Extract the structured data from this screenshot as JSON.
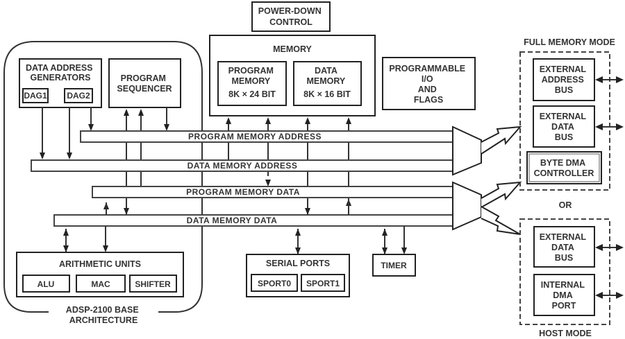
{
  "diagram": {
    "base_architecture_label": [
      "ADSP-2100 BASE",
      "ARCHITECTURE"
    ],
    "blocks": {
      "dag": {
        "title": [
          "DATA ADDRESS",
          "GENERATORS"
        ],
        "units": [
          "DAG1",
          "DAG2"
        ]
      },
      "program_sequencer": {
        "title": [
          "PROGRAM",
          "SEQUENCER"
        ]
      },
      "power_down": {
        "title": [
          "POWER-DOWN",
          "CONTROL"
        ]
      },
      "memory": {
        "title": "MEMORY",
        "program_memory": {
          "title": [
            "PROGRAM",
            "MEMORY"
          ],
          "size": "8K × 24  BIT"
        },
        "data_memory": {
          "title": [
            "DATA",
            "MEMORY"
          ],
          "size": "8K × 16  BIT"
        }
      },
      "programmable_io": {
        "title": [
          "PROGRAMMABLE",
          "I/O",
          "AND",
          "FLAGS"
        ]
      },
      "arithmetic_units": {
        "title": "ARITHMETIC  UNITS",
        "units": [
          "ALU",
          "MAC",
          "SHIFTER"
        ]
      },
      "serial_ports": {
        "title": "SERIAL  PORTS",
        "units": [
          "SPORT0",
          "SPORT1"
        ]
      },
      "timer": {
        "title": "TIMER"
      }
    },
    "buses": [
      {
        "name": "PROGRAM  MEMORY  ADDRESS"
      },
      {
        "name": "DATA  MEMORY  ADDRESS"
      },
      {
        "name": "PROGRAM  MEMORY  DATA"
      },
      {
        "name": "DATA  MEMORY  DATA"
      }
    ],
    "full_memory_mode": {
      "label": "FULL  MEMORY  MODE",
      "blocks": [
        {
          "title": [
            "EXTERNAL",
            "ADDRESS",
            "BUS"
          ]
        },
        {
          "title": [
            "EXTERNAL",
            "DATA",
            "BUS"
          ]
        },
        {
          "title": [
            "BYTE  DMA",
            "CONTROLLER"
          ]
        }
      ]
    },
    "or_label": "OR",
    "host_mode": {
      "label": "HOST  MODE",
      "blocks": [
        {
          "title": [
            "EXTERNAL",
            "DATA",
            "BUS"
          ]
        },
        {
          "title": [
            "INTERNAL",
            "DMA",
            "PORT"
          ]
        }
      ]
    },
    "colors": {
      "stroke": "#222222",
      "background": "#ffffff",
      "text": "#333333"
    }
  }
}
